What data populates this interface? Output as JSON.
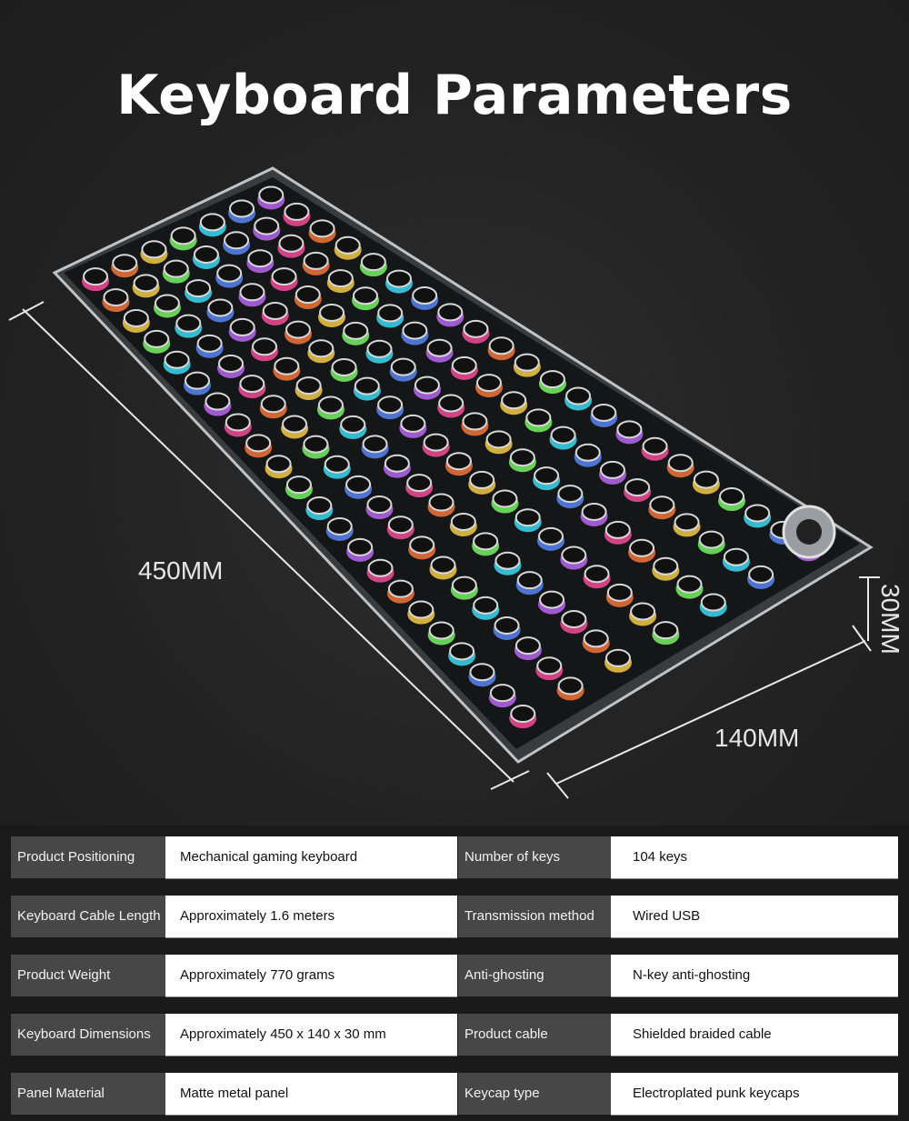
{
  "title": "Keyboard Parameters",
  "dimensions": {
    "length": "450MM",
    "width": "140MM",
    "height": "30MM"
  },
  "specs": [
    {
      "label1": "Product Positioning",
      "value1": "Mechanical gaming keyboard",
      "label2": "Number of keys",
      "value2": "104 keys"
    },
    {
      "label1": "Keyboard Cable Length",
      "value1": "Approximately 1.6 meters",
      "label2": "Transmission method",
      "value2": "Wired USB"
    },
    {
      "label1": "Product Weight",
      "value1": "Approximately 770 grams",
      "label2": "Anti-ghosting",
      "value2": "N-key anti-ghosting"
    },
    {
      "label1": "Keyboard Dimensions",
      "value1": "Approximately 450 x 140 x 30 mm",
      "label2": "Product cable",
      "value2": "Shielded braided cable"
    },
    {
      "label1": "Panel Material",
      "value1": "Matte metal panel",
      "label2": "Keycap type",
      "value2": "Electroplated punk keycaps"
    }
  ]
}
